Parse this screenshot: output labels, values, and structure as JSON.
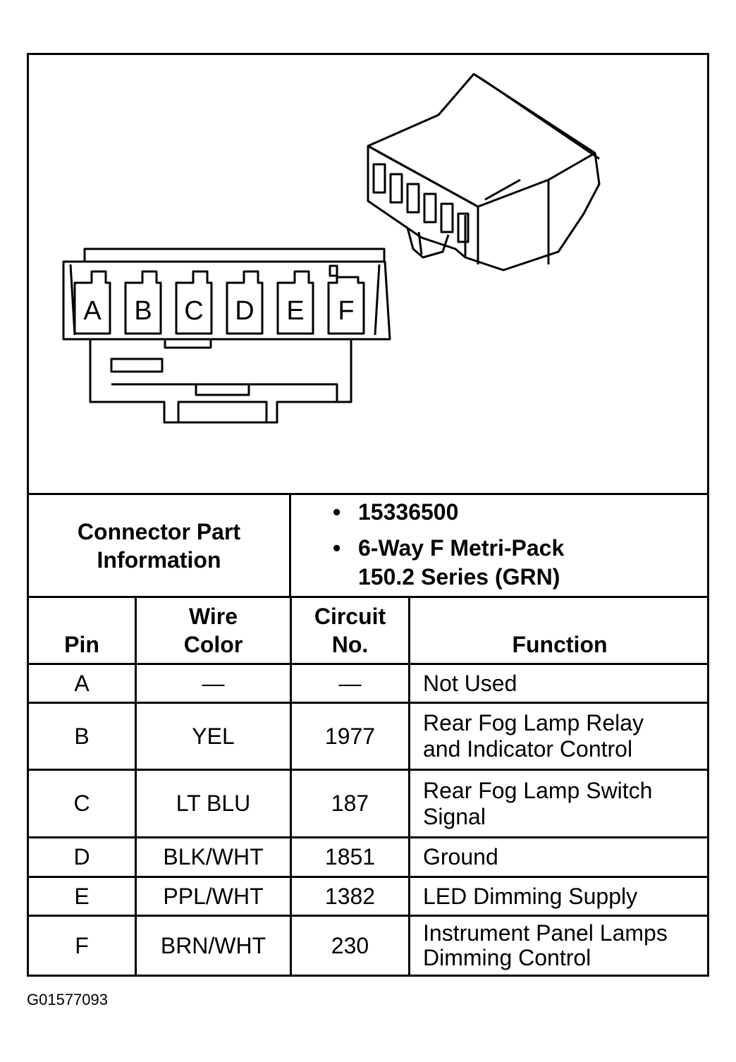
{
  "connector_view": {
    "pin_letters": [
      "A",
      "B",
      "C",
      "D",
      "E",
      "F"
    ]
  },
  "part_info": {
    "label": "Connector Part Information",
    "items": [
      "15336500",
      "6-Way F Metri-Pack 150.2 Series (GRN)"
    ]
  },
  "pin_table": {
    "headers": [
      "Pin",
      "Wire Color",
      "Circuit No.",
      "Function"
    ],
    "rows": [
      {
        "pin": "A",
        "wire_color": "—",
        "circuit": "—",
        "function": "Not Used"
      },
      {
        "pin": "B",
        "wire_color": "YEL",
        "circuit": "1977",
        "function": "Rear Fog Lamp Relay and Indicator Control"
      },
      {
        "pin": "C",
        "wire_color": "LT BLU",
        "circuit": "187",
        "function": "Rear Fog Lamp Switch Signal"
      },
      {
        "pin": "D",
        "wire_color": "BLK/WHT",
        "circuit": "1851",
        "function": "Ground"
      },
      {
        "pin": "E",
        "wire_color": "PPL/WHT",
        "circuit": "1382",
        "function": "LED Dimming Supply"
      },
      {
        "pin": "F",
        "wire_color": "BRN/WHT",
        "circuit": "230",
        "function": "Instrument Panel Lamps Dimming Control"
      }
    ]
  },
  "figure_id": "G01577093"
}
